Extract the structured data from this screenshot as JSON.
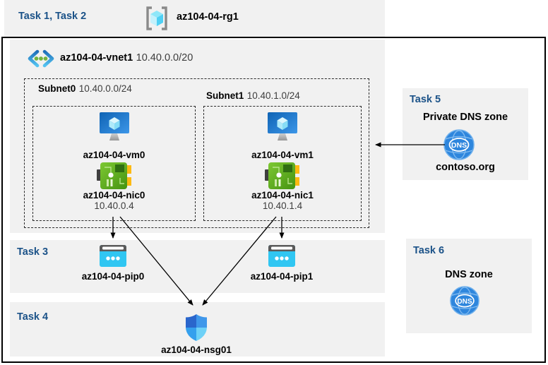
{
  "colors": {
    "task_accent_blue": "#1b5288",
    "panel_gray": "#f1f1f1",
    "frame_black": "#000000",
    "pip_cyan": "#30c6f2",
    "nic_green": "#5aa81e",
    "dns_blue": "#2e86dd",
    "vm_blue": "#1467b4"
  },
  "header": {
    "task_label": "Task 1, Task 2",
    "rg_name": "az104-04-rg1",
    "rg_icon": "resource-group-icon"
  },
  "vnet": {
    "icon": "virtual-network-icon",
    "name": "az104-04-vnet1",
    "cidr": "10.40.0.0/20",
    "subnets": [
      {
        "name": "Subnet0",
        "cidr": "10.40.0.0/24",
        "vm_icon": "virtual-machine-icon",
        "vm_name": "az104-04-vm0",
        "nic_icon": "network-interface-icon",
        "nic_name": "az104-04-nic0",
        "nic_ip": "10.40.0.4"
      },
      {
        "name": "Subnet1",
        "cidr": "10.40.1.0/24",
        "vm_icon": "virtual-machine-icon",
        "vm_name": "az104-04-vm1",
        "nic_icon": "network-interface-icon",
        "nic_name": "az104-04-nic1",
        "nic_ip": "10.40.1.4"
      }
    ]
  },
  "task3": {
    "task_label": "Task 3",
    "pip_icon": "public-ip-icon",
    "pip0_name": "az104-04-pip0",
    "pip1_name": "az104-04-pip1"
  },
  "task4": {
    "task_label": "Task 4",
    "nsg_icon": "network-security-group-shield-icon",
    "nsg_name": "az104-04-nsg01"
  },
  "task5": {
    "task_label": "Task 5",
    "title": "Private DNS zone",
    "dns_icon": "dns-zone-icon",
    "dns_icon_text": "DNS",
    "zone_name": "contoso.org"
  },
  "task6": {
    "task_label": "Task 6",
    "title": "DNS zone",
    "dns_icon": "dns-zone-icon",
    "dns_icon_text": "DNS"
  },
  "connections": [
    {
      "from": "az104-04-nic0",
      "to": "az104-04-pip0"
    },
    {
      "from": "az104-04-nic0",
      "to": "az104-04-nsg01"
    },
    {
      "from": "az104-04-nic1",
      "to": "az104-04-pip1"
    },
    {
      "from": "az104-04-nic1",
      "to": "az104-04-nsg01"
    },
    {
      "from": "contoso.org",
      "to": "Subnet1"
    }
  ]
}
